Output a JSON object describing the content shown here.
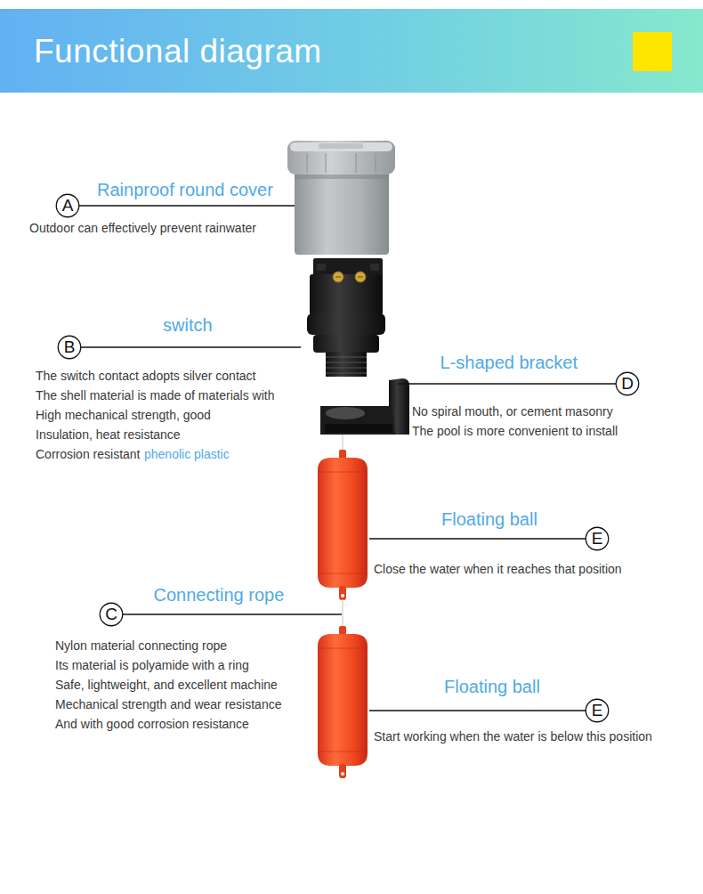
{
  "diagram": {
    "title": "Functional diagram",
    "nodes": [
      {
        "text": [
          "A"
        ]
      },
      {
        "text": [
          "B"
        ]
      },
      {
        "text": [
          "D"
        ]
      },
      {
        "text": [
          "E"
        ]
      },
      {
        "text": [
          "C"
        ]
      },
      {
        "text": [
          "E"
        ]
      }
    ],
    "labels": [
      "Rainproof round cover",
      "Outdoor can effectively prevent rainwater",
      "switch",
      "The switch contact adopts silver contact",
      "The shell material is made of materials with",
      "High mechanical strength, good",
      "Insulation, heat resistance",
      "Corrosion resistant",
      "phenolic plastic",
      "L-shaped bracket",
      "No spiral mouth, or cement masonry",
      "The pool is more convenient to install",
      "Floating ball",
      "Close the water when it reaches that position",
      "Connecting rope",
      "Nylon material connecting rope",
      "Its material is polyamide with a ring",
      "Safe, lightweight, and excellent machine",
      "Mechanical strength and wear resistance",
      "And with good corrosion resistance",
      "Floating ball",
      "Start working when the water is below this position"
    ]
  }
}
